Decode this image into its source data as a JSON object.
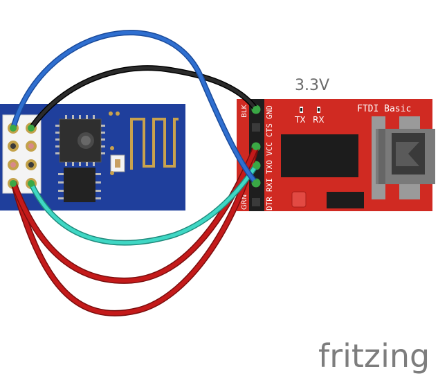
{
  "voltage_label": "3.3V",
  "ftdi": {
    "title": "FTDI Basic",
    "tx_label": "TX",
    "rx_label": "RX",
    "pins": [
      "GND",
      "CTS",
      "VCC",
      "TXO",
      "RXI",
      "DTR"
    ],
    "side_top": "BLK",
    "side_bottom": "GRN"
  },
  "brand": "fritzing",
  "colors": {
    "esp_board": "#1f3f9c",
    "ftdi_board": "#d02a22",
    "wire_blue": "#2f6fd0",
    "wire_black": "#1b1b1b",
    "wire_red": "#c41a1a",
    "wire_cyan": "#3fd7c4",
    "pin_green": "#3aa845",
    "brand_gray": "#7d7d7d"
  }
}
